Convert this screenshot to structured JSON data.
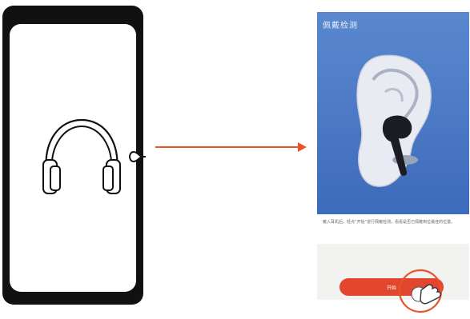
{
  "screen_title": "佩戴检测",
  "instruction": "戴入耳机后，轻点“开始”进行佩戴检测，看看是否已佩戴到位最佳的位置。",
  "start_button": {
    "label": "开始"
  },
  "colors": {
    "arrow": "#e8542a",
    "highlight_ring": "#e8542a",
    "button": "#e2472d",
    "panel_blue": "#4a78c4"
  },
  "icons": [
    "headphones-icon",
    "plug-icon",
    "ear-illustration",
    "earbud-icon",
    "hand-pointer-icon"
  ]
}
